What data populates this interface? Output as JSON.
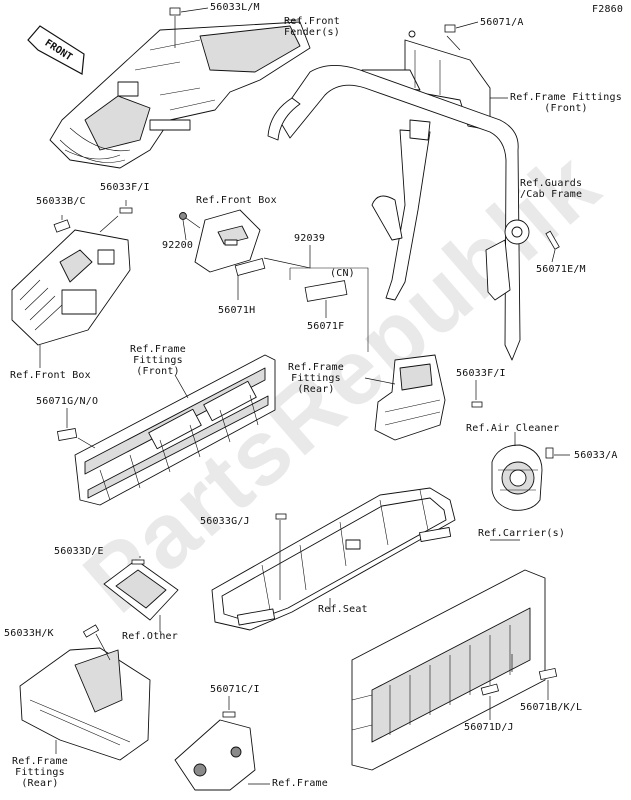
{
  "diagram_code": "F2860",
  "watermark": "PartsRepublik",
  "front_badge": "FRONT",
  "labels": {
    "l_56033LM": "56033L/M",
    "l_ref_front_fender": "Ref.Front\nFender(s)",
    "l_56071A": "56071/A",
    "l_ref_frame_fittings_front_top": "Ref.Frame Fittings\n(Front)",
    "l_ref_guards_cab": "Ref.Guards\n/Cab Frame",
    "l_56071EM": "56071E/M",
    "l_56033BC": "56033B/C",
    "l_56033FI_top": "56033F/I",
    "l_ref_front_box_top": "Ref.Front Box",
    "l_92200": "92200",
    "l_92039": "92039",
    "l_cn": "(CN)",
    "l_56071H": "56071H",
    "l_56071F": "56071F",
    "l_ref_front_box_left": "Ref.Front Box",
    "l_ref_frame_fittings_front_mid": "Ref.Frame\nFittings\n(Front)",
    "l_ref_frame_fittings_rear_mid": "Ref.Frame\nFittings\n(Rear)",
    "l_56033FI_mid": "56033F/I",
    "l_56071GNO": "56071G/N/O",
    "l_ref_air_cleaner": "Ref.Air Cleaner",
    "l_56033A": "56033/A",
    "l_56033GJ": "56033G/J",
    "l_56033DE": "56033D/E",
    "l_ref_carriers": "Ref.Carrier(s)",
    "l_ref_seat": "Ref.Seat",
    "l_ref_other": "Ref.Other",
    "l_56033HK": "56033H/K",
    "l_56071CI": "56071C/I",
    "l_ref_frame_fittings_rear_bottom": "Ref.Frame\nFittings\n(Rear)",
    "l_ref_frame_bottom": "Ref.Frame",
    "l_56071DJ": "56071D/J",
    "l_56071BKL": "56071B/K/L"
  }
}
